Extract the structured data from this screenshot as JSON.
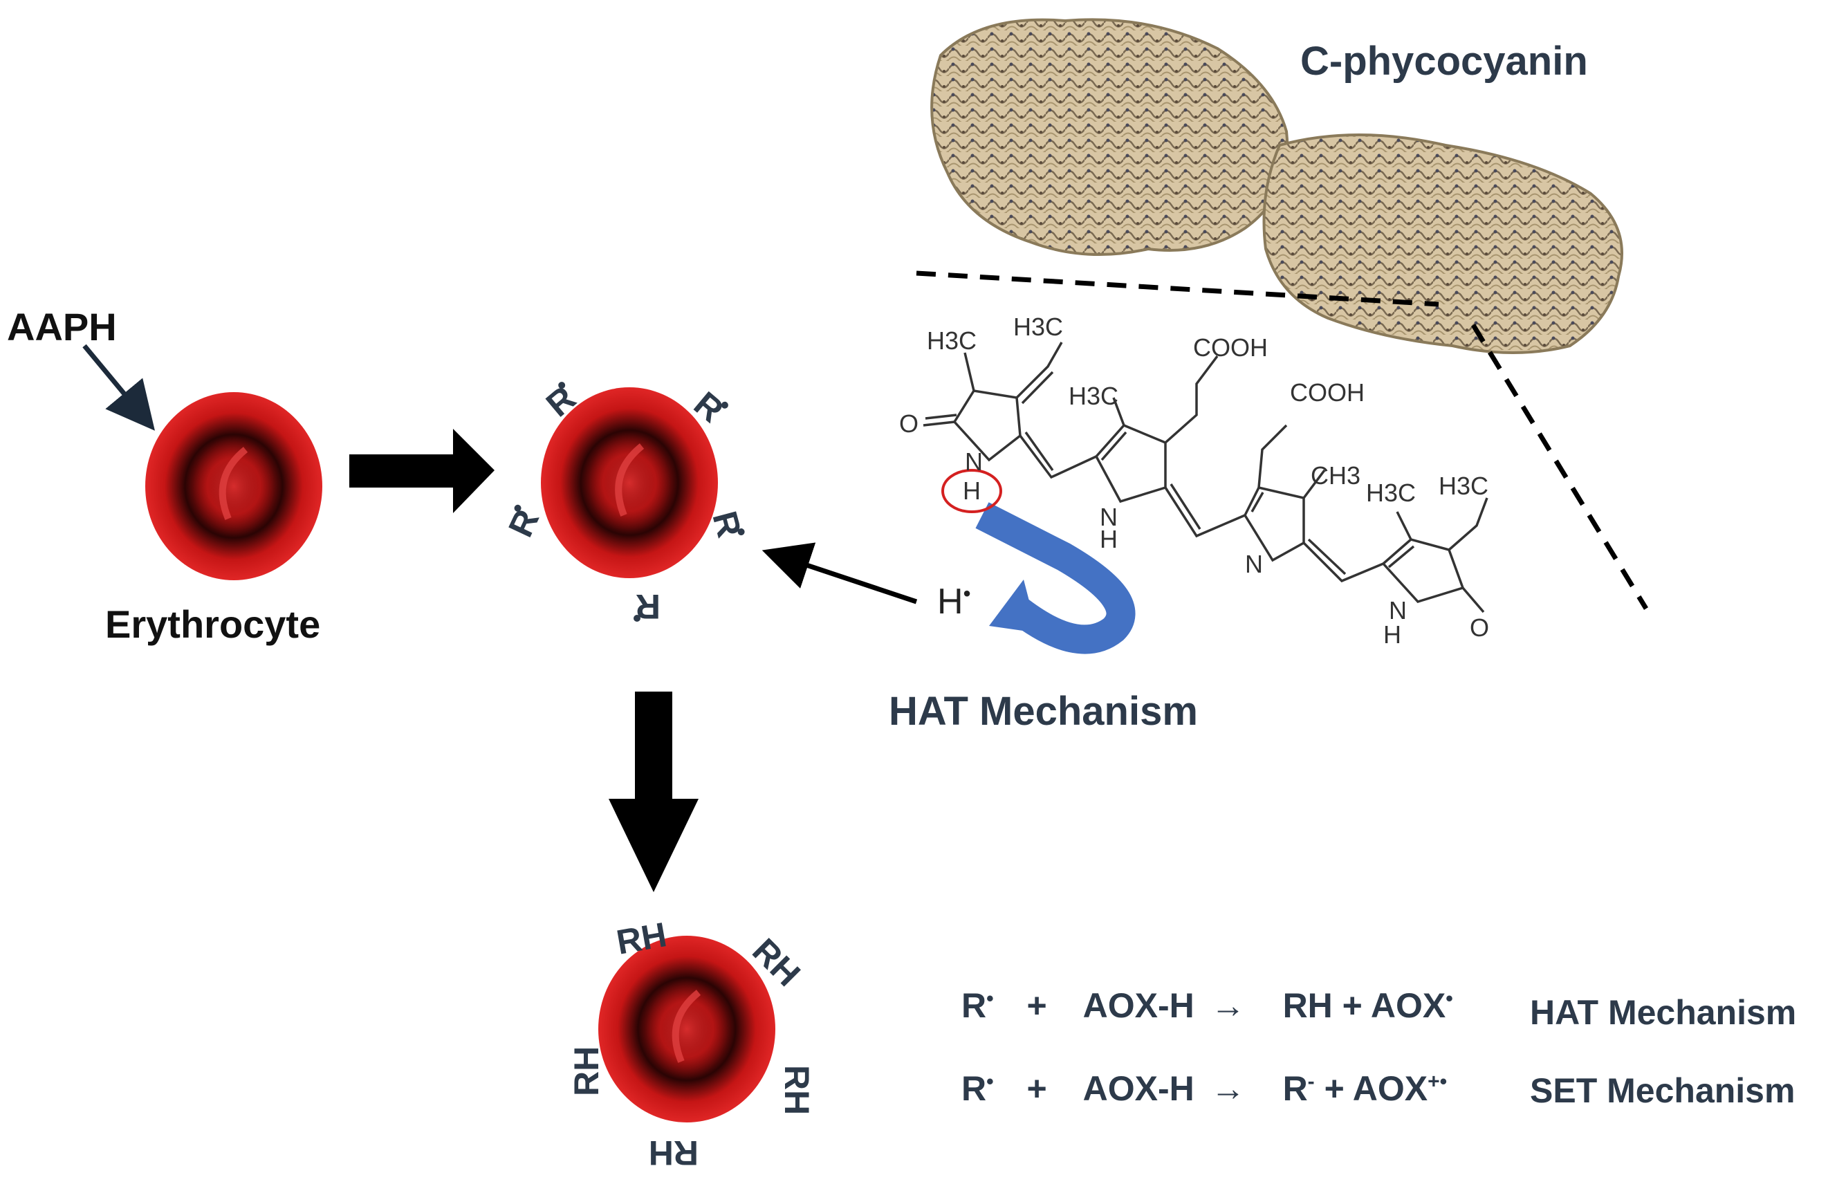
{
  "labels": {
    "aaph": "AAPH",
    "erythrocyte": "Erythrocyte",
    "protein": "C-phycocyanin",
    "hat_center": "HAT Mechanism",
    "radical": "R",
    "reduced": "RH",
    "h_radical": "H"
  },
  "molecule": {
    "h3c_1": "H3C",
    "h3c_2": "H3C",
    "h3c_3": "H3C",
    "ch3": "CH3",
    "h3c_4": "H3C",
    "h3c_5": "H3C",
    "cooh_1": "COOH",
    "cooh_2": "COOH",
    "o_1": "O",
    "o_2": "O",
    "n_1": "N",
    "h_1": "H",
    "n_2": "N",
    "h_2": "H",
    "n_3": "N",
    "n_4": "N",
    "h_4": "H"
  },
  "equations": [
    {
      "reactant": "R",
      "plus": "+",
      "aox": "AOX-H",
      "arrow": "→",
      "products": "RH + AOX",
      "mechanism": "HAT Mechanism"
    },
    {
      "reactant": "R",
      "plus": "+",
      "aox": "AOX-H",
      "arrow": "→",
      "products_r": "R",
      "products_rest": " + AOX",
      "mechanism": "SET Mechanism"
    }
  ],
  "colors": {
    "cell_red": "#c41414",
    "arrow_black": "#000000",
    "hat_arrow_blue": "#4472c4",
    "label_navy": "#2d3a4a",
    "protein_tan": "#cdb896",
    "highlight_circle": "#d42020"
  }
}
